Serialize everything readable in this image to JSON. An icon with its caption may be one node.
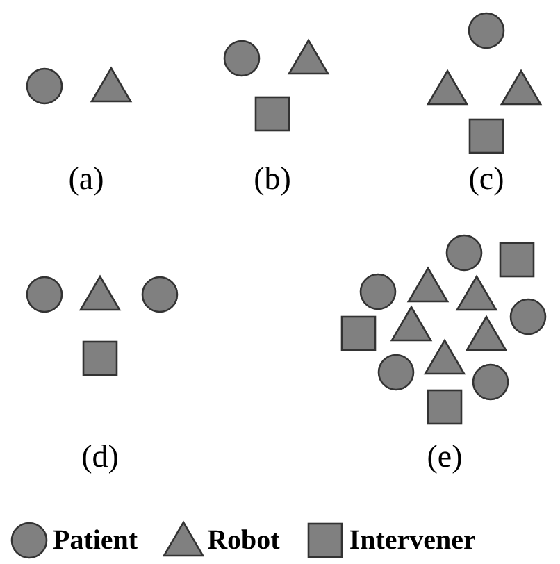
{
  "diagram": {
    "labels": [
      "(a)",
      "(b)",
      "(c)",
      "(d)",
      "(e)"
    ],
    "legend": [
      {
        "text": "Patient"
      },
      {
        "text": "Robot"
      },
      {
        "text": "Intervener"
      }
    ]
  }
}
